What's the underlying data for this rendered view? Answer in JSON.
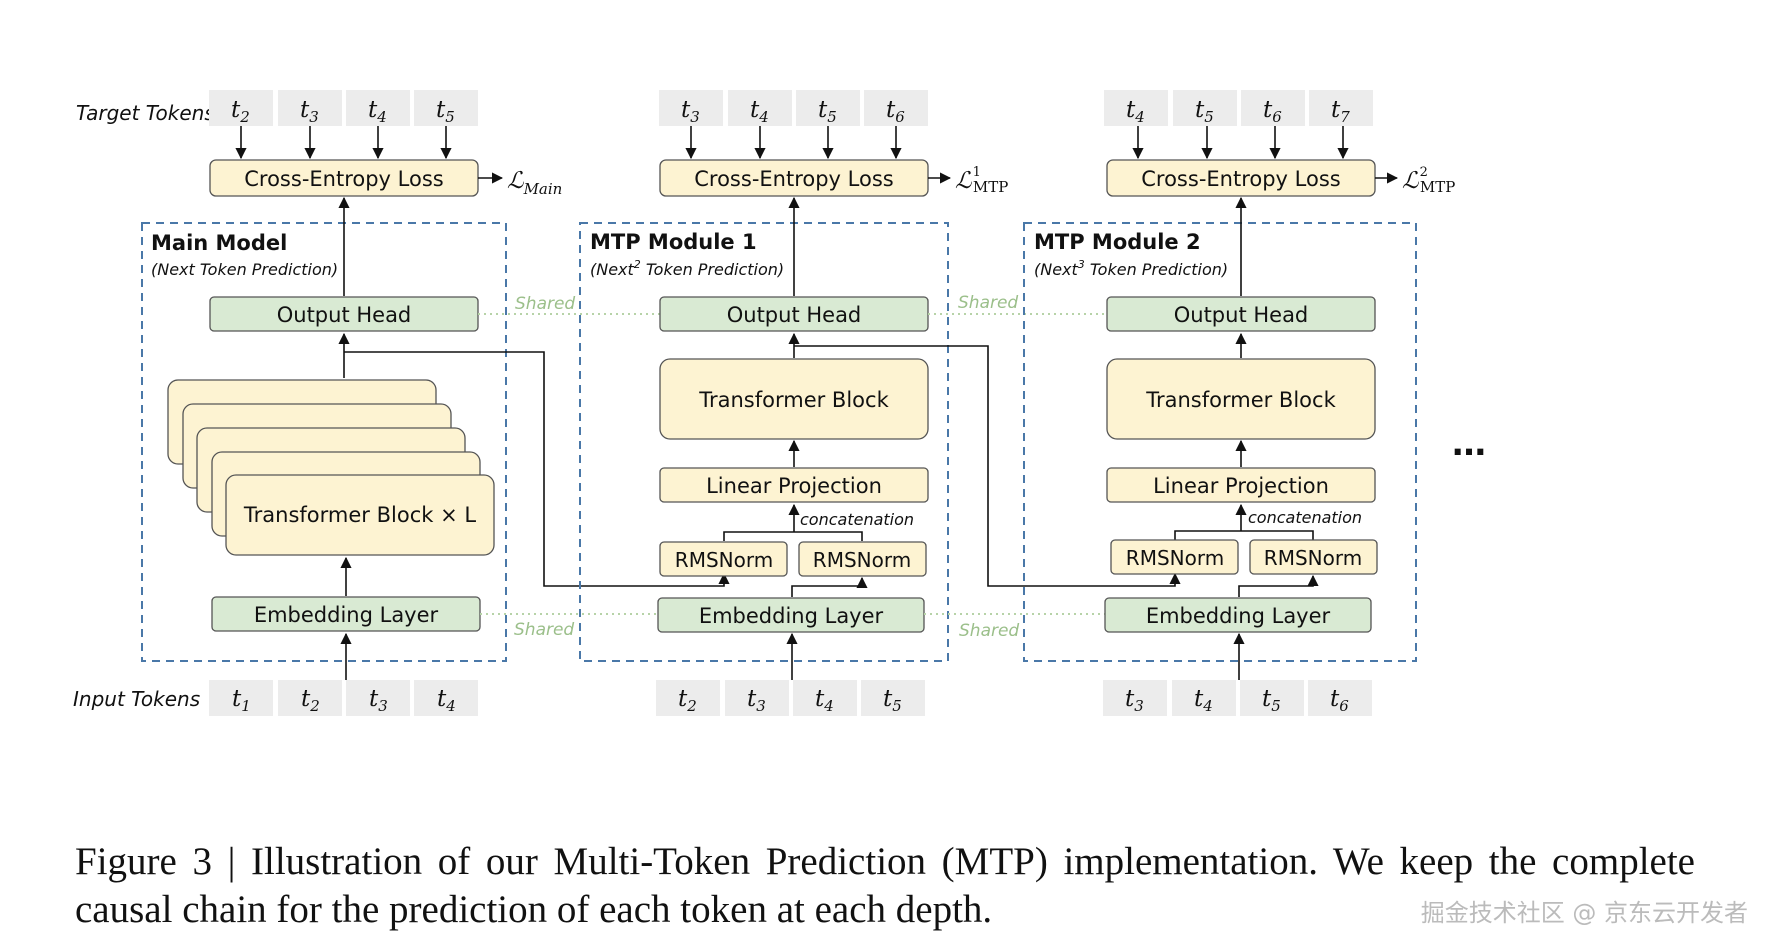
{
  "colors": {
    "loss_fill": "#fdf3d2",
    "block_fill": "#fdf3d2",
    "green_fill": "#d9ead3",
    "token_fill": "#ececec",
    "dashed_border": "#4a78a8",
    "shared_text": "#9bbf8a"
  },
  "labels": {
    "target_tokens": "Target Tokens",
    "input_tokens": "Input Tokens",
    "cross_entropy": "Cross-Entropy Loss",
    "output_head": "Output Head",
    "embedding_layer": "Embedding Layer",
    "transformer_block": "Transformer Block",
    "transformer_block_xl": "Transformer Block × L",
    "linear_projection": "Linear Projection",
    "rmsnorm": "RMSNorm",
    "concatenation": "concatenation",
    "shared": "Shared",
    "ellipsis": "…"
  },
  "modules": [
    {
      "title": "Main Model",
      "subtitle": "(Next Token Prediction)",
      "loss_symbol": "ℒ",
      "loss_sub": "Main",
      "loss_sup": "",
      "target_tokens": [
        [
          "t",
          "2"
        ],
        [
          "t",
          "3"
        ],
        [
          "t",
          "4"
        ],
        [
          "t",
          "5"
        ]
      ],
      "input_tokens": [
        [
          "t",
          "1"
        ],
        [
          "t",
          "2"
        ],
        [
          "t",
          "3"
        ],
        [
          "t",
          "4"
        ]
      ]
    },
    {
      "title": "MTP Module 1",
      "subtitle_pre": "(Next",
      "subtitle_sup": "2",
      "subtitle_post": " Token Prediction)",
      "loss_symbol": "ℒ",
      "loss_sub": "MTP",
      "loss_sup": "1",
      "target_tokens": [
        [
          "t",
          "3"
        ],
        [
          "t",
          "4"
        ],
        [
          "t",
          "5"
        ],
        [
          "t",
          "6"
        ]
      ],
      "input_tokens": [
        [
          "t",
          "2"
        ],
        [
          "t",
          "3"
        ],
        [
          "t",
          "4"
        ],
        [
          "t",
          "5"
        ]
      ]
    },
    {
      "title": "MTP Module 2",
      "subtitle_pre": "(Next",
      "subtitle_sup": "3",
      "subtitle_post": " Token Prediction)",
      "loss_symbol": "ℒ",
      "loss_sub": "MTP",
      "loss_sup": "2",
      "target_tokens": [
        [
          "t",
          "4"
        ],
        [
          "t",
          "5"
        ],
        [
          "t",
          "6"
        ],
        [
          "t",
          "7"
        ]
      ],
      "input_tokens": [
        [
          "t",
          "3"
        ],
        [
          "t",
          "4"
        ],
        [
          "t",
          "5"
        ],
        [
          "t",
          "6"
        ]
      ]
    }
  ],
  "caption": "Figure 3 | Illustration of our Multi-Token Prediction (MTP) implementation.  We keep the complete causal chain for the prediction of each token at each depth.",
  "watermark": "掘金技术社区 @ 京东云开发者"
}
